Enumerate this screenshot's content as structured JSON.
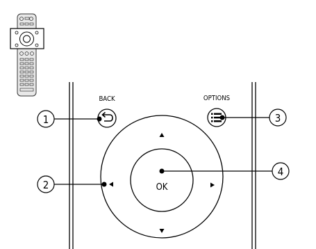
{
  "labels": {
    "back": "BACK",
    "options": "OPTIONS",
    "ok": "OK"
  },
  "callouts": [
    "1",
    "2",
    "3",
    "4"
  ],
  "icons": {
    "remote": "remote-control-thumbnail",
    "back": "back-arrow-icon",
    "options": "options-menu-icon",
    "up": "up-arrow-icon",
    "down": "down-arrow-icon",
    "left": "left-arrow-icon",
    "right": "right-arrow-icon"
  },
  "colors": {
    "line": "#000000",
    "remote_body": "#e8e8e8",
    "remote_frame": "#ffffff"
  }
}
